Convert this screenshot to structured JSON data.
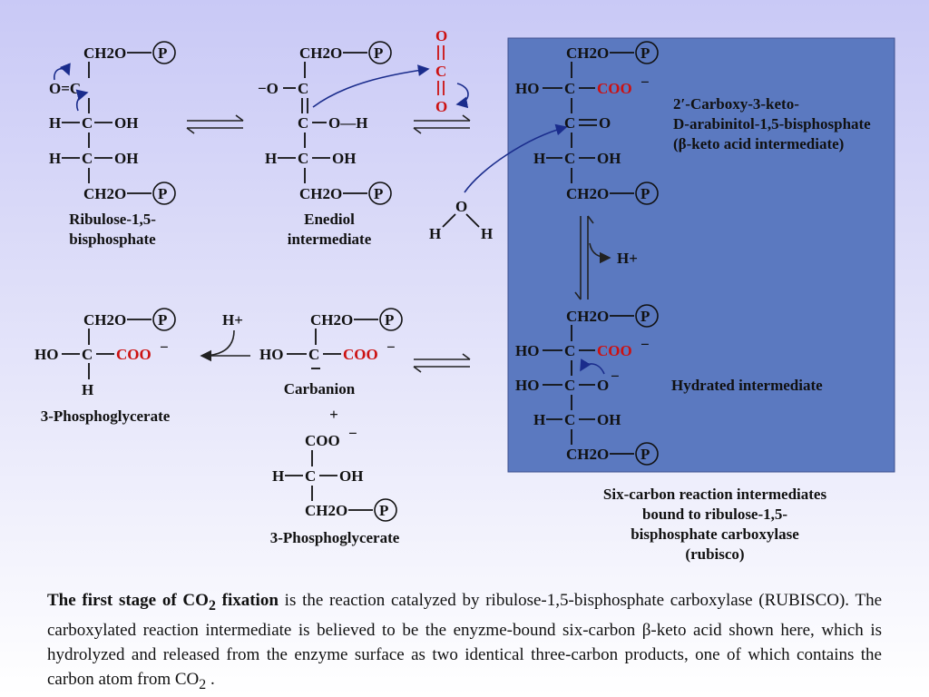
{
  "structures": {
    "rubp": {
      "atoms": {
        "c1": "CH2O",
        "p1": "P",
        "c2": "O=C",
        "c3h": "H",
        "c3c": "C",
        "c3oh": "OH",
        "c4h": "H",
        "c4c": "C",
        "c4oh": "OH",
        "c5": "CH2O",
        "p5": "P"
      },
      "name_line1": "Ribulose-1,5-",
      "name_line2": "bisphosphate"
    },
    "enediol": {
      "atoms": {
        "c1": "CH2O",
        "p1": "P",
        "o_minus": "−O",
        "c2": "C",
        "c3c": "C",
        "c3oh": "O—H",
        "c4h": "H",
        "c4c": "C",
        "c4oh": "OH",
        "c5": "CH2O",
        "p5": "P"
      },
      "name_line1": "Enediol",
      "name_line2": "intermediate"
    },
    "co2": {
      "o_top": "O",
      "c": "C",
      "o_bottom": "O"
    },
    "water": {
      "o": "O",
      "h1": "H",
      "h2": "H"
    },
    "keto_acid": {
      "atoms": {
        "c1": "CH2O",
        "p1": "P",
        "ho": "HO",
        "c2": "C",
        "coo": "COO",
        "coo_charge": "−",
        "c3": "C",
        "o3": "O",
        "h4": "H",
        "c4": "C",
        "oh4": "OH",
        "c5": "CH2O",
        "p5": "P"
      },
      "label_line1": "2′-Carboxy-3-keto-",
      "label_line2": "D-arabinitol-1,5-bisphosphate",
      "label_line3": "(β-keto acid intermediate)"
    },
    "hydrated": {
      "atoms": {
        "c1": "CH2O",
        "p1": "P",
        "ho2": "HO",
        "c2": "C",
        "coo": "COO",
        "coo_charge": "−",
        "ho3": "HO",
        "c3": "C",
        "o3": "O",
        "o3_charge": "−",
        "h4": "H",
        "c4": "C",
        "oh4": "OH",
        "c5": "CH2O",
        "p5": "P"
      },
      "label": "Hydrated intermediate"
    },
    "hplus_release": "H+",
    "pga_left": {
      "atoms": {
        "c1": "CH2O",
        "p1": "P",
        "ho": "HO",
        "c2": "C",
        "coo": "COO",
        "coo_charge": "−",
        "h": "H"
      },
      "name": "3-Phosphoglycerate"
    },
    "hplus_add": "H+",
    "carbanion": {
      "atoms": {
        "c1": "CH2O",
        "p1": "P",
        "ho": "HO",
        "c2": "C",
        "coo": "COO",
        "coo_charge": "−"
      },
      "name": "Carbanion"
    },
    "plus": "+",
    "pga_bottom": {
      "atoms": {
        "coo": "COO",
        "coo_charge": "−",
        "h": "H",
        "c2": "C",
        "oh": "OH",
        "c3": "CH2O",
        "p3": "P"
      },
      "name": "3-Phosphoglycerate"
    }
  },
  "enzyme_box": {
    "color": "#5b79c0",
    "caption_line1": "Six-carbon reaction intermediates",
    "caption_line2": "bound to ribulose-1,5-",
    "caption_line3": "bisphosphate carboxylase",
    "caption_line4": "(rubisco)"
  },
  "colors": {
    "co2_red": "#cc1111",
    "arrow_blue": "#1a2c8c"
  },
  "caption": {
    "bold_lead": "The first stage of CO",
    "bold_sub": "2",
    "bold_tail": " fixation",
    "text1": " is the reaction catalyzed by ribulose-1,5-bisphosphate carboxylase (RUBISCO). The carboxylated reaction intermediate is believed to be the enyzme-bound six-carbon β-keto acid shown here, which is hydrolyzed and released from the enzyme surface as two identical three-carbon products, one of which contains the carbon atom from CO",
    "sub2": "2",
    "text2": " ."
  }
}
